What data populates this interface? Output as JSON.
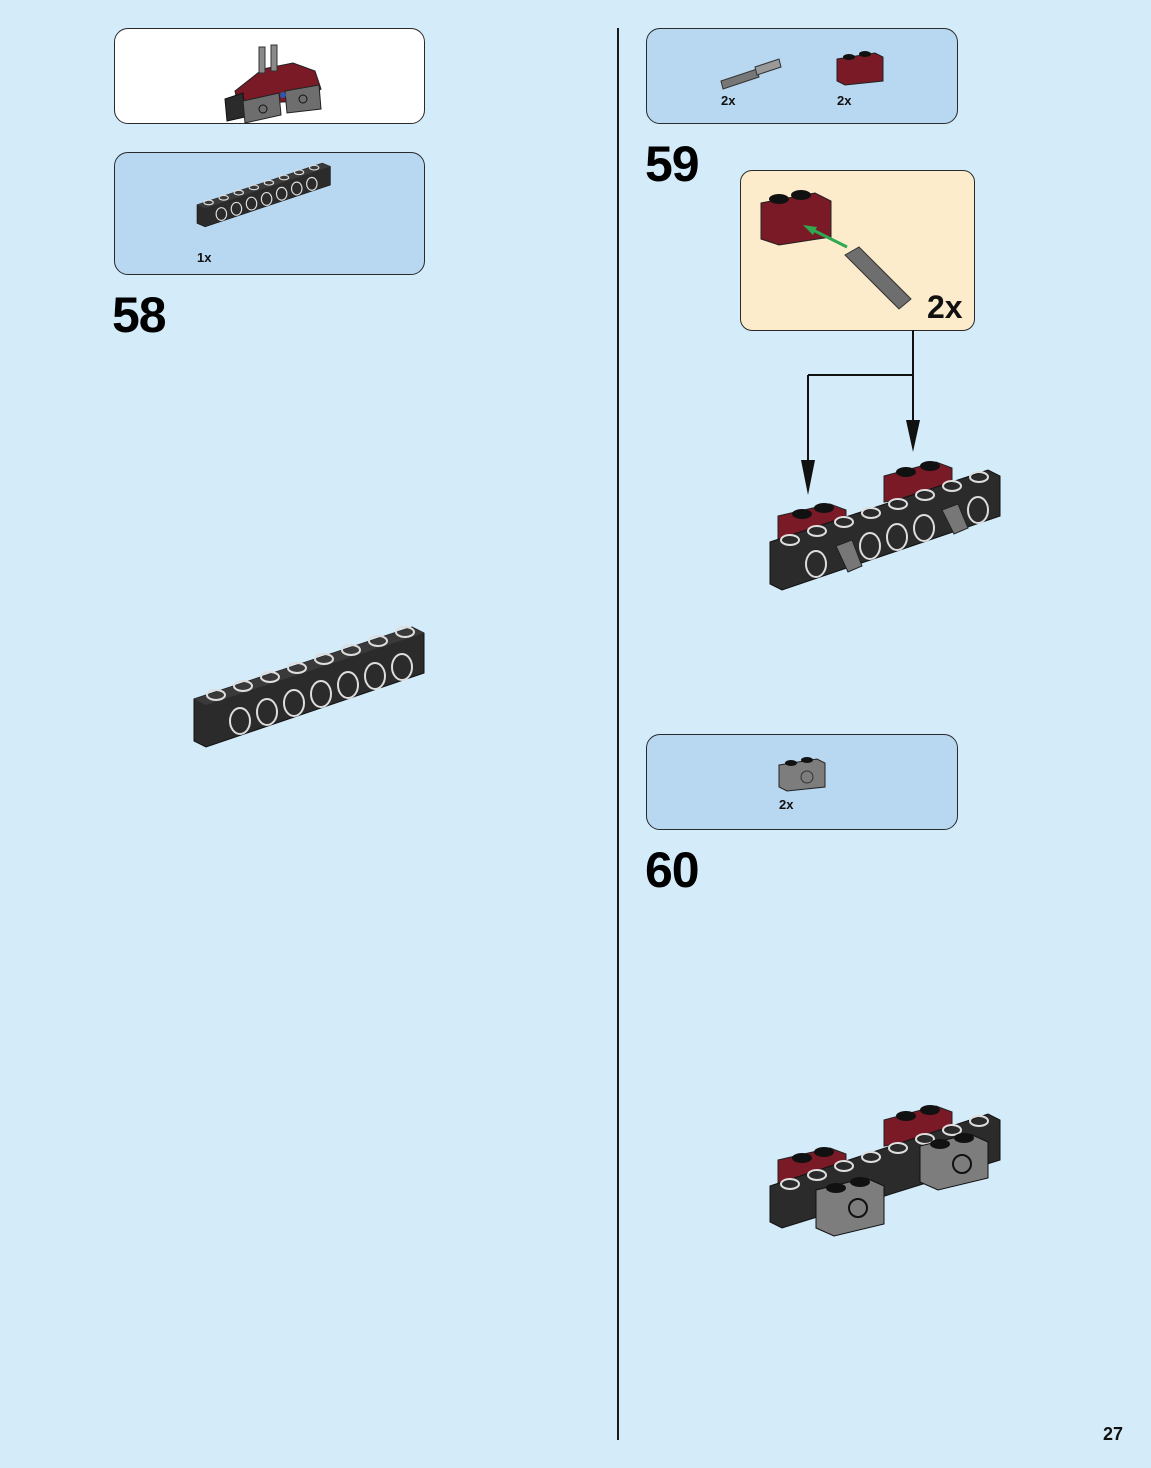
{
  "page": {
    "number": "27"
  },
  "colors": {
    "background": "#d4ebfa",
    "parts_box": "#b8d8f2",
    "callout_box": "#fdeccb",
    "dark_red": "#7a1a26",
    "black_brick": "#2b2b2b",
    "grey_brick": "#7d7d7d",
    "arrow_green": "#2fa84f"
  },
  "left": {
    "submodel_preview": {
      "icon": "submodel-preview-icon"
    },
    "step58": {
      "number": "58",
      "parts": [
        {
          "name": "technic-brick-1x8-black",
          "qty": "1x"
        }
      ]
    }
  },
  "right": {
    "step59": {
      "number": "59",
      "parts": [
        {
          "name": "technic-pin-axle-grey",
          "qty": "2x"
        },
        {
          "name": "technic-brick-1x2-axle-hole-dark-red",
          "qty": "2x"
        }
      ],
      "callout": {
        "multiplier": "2x"
      }
    },
    "step60": {
      "number": "60",
      "parts": [
        {
          "name": "technic-brick-1x2-grey",
          "qty": "2x"
        }
      ]
    }
  }
}
